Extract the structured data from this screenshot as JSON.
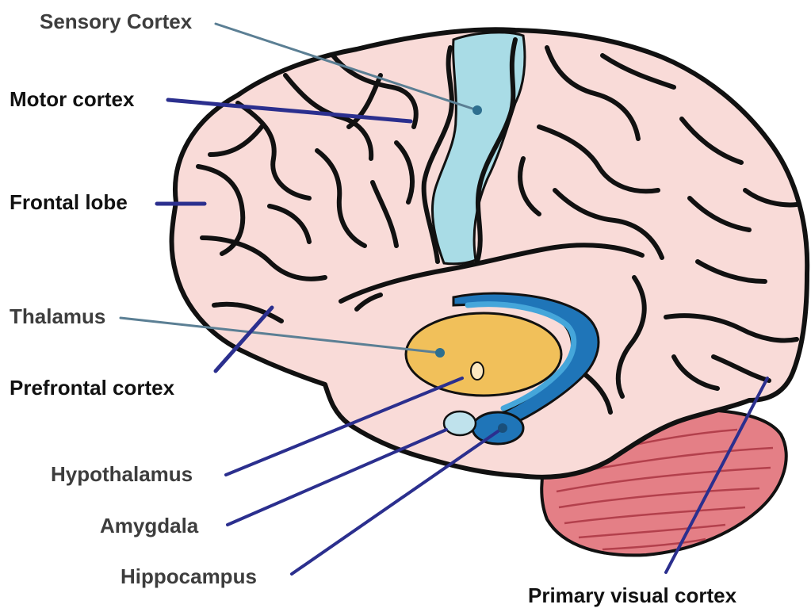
{
  "labels": {
    "sensory_cortex": "Sensory Cortex",
    "motor_cortex": "Motor cortex",
    "frontal_lobe": "Frontal lobe",
    "thalamus": "Thalamus",
    "prefrontal_cortex": "Prefrontal cortex",
    "hypothalamus": "Hypothalamus",
    "amygdala": "Amygdala",
    "hippocampus": "Hippocampus",
    "primary_visual_cortex": "Primary visual cortex"
  },
  "colors": {
    "background": "#ffffff",
    "brain_fill": "#f9dbd8",
    "outline": "#111111",
    "sensory_strip": "#a9dce6",
    "thalamus": "#f1c05a",
    "hippocampus_dark": "#1f75b8",
    "hippocampus_light": "#45a6da",
    "amygdala": "#bfe2ec",
    "cerebellum": "#e47f86",
    "cerebellum_lines": "#b3404c",
    "leader_blue": "#2b2f8e",
    "leader_gray": "#5b7f94"
  }
}
